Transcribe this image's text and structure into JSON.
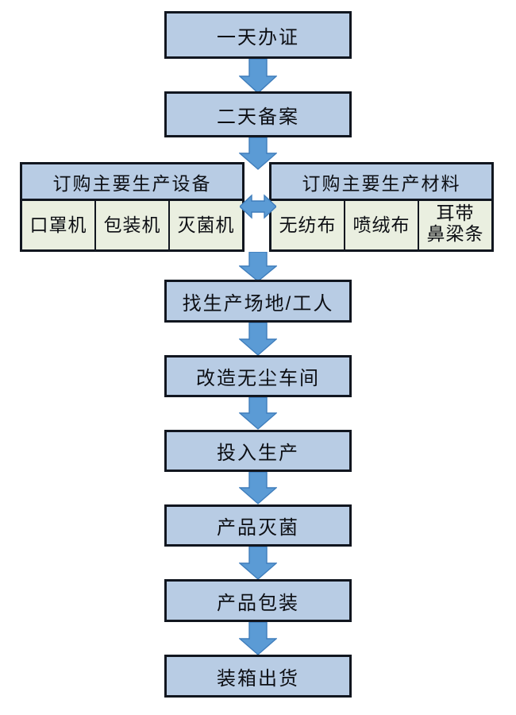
{
  "chart_data": {
    "type": "diagram",
    "title": "",
    "diagram_kind": "flowchart",
    "orientation": "top-to-bottom",
    "nodes": [
      {
        "id": "n1",
        "label": "一天办证"
      },
      {
        "id": "n2",
        "label": "二天备案"
      },
      {
        "id": "g1",
        "label": "订购主要生产设备"
      },
      {
        "id": "g2",
        "label": "订购主要生产材料"
      },
      {
        "id": "n3",
        "label": "找生产场地/工人"
      },
      {
        "id": "n4",
        "label": "改造无尘车间"
      },
      {
        "id": "n5",
        "label": "投入生产"
      },
      {
        "id": "n6",
        "label": "产品灭菌"
      },
      {
        "id": "n7",
        "label": "产品包装"
      },
      {
        "id": "n8",
        "label": "装箱出货"
      }
    ],
    "edges": [
      {
        "from": "n1",
        "to": "n2",
        "type": "arrow-down"
      },
      {
        "from": "n2",
        "to": "g1",
        "type": "arrow-down"
      },
      {
        "from": "g1",
        "to": "g2",
        "type": "arrow-bidirectional"
      },
      {
        "from": "g1",
        "to": "n3",
        "type": "arrow-down"
      },
      {
        "from": "n3",
        "to": "n4",
        "type": "arrow-down"
      },
      {
        "from": "n4",
        "to": "n5",
        "type": "arrow-down"
      },
      {
        "from": "n5",
        "to": "n6",
        "type": "arrow-down"
      },
      {
        "from": "n6",
        "to": "n7",
        "type": "arrow-down"
      },
      {
        "from": "n7",
        "to": "n8",
        "type": "arrow-down"
      }
    ]
  },
  "colors": {
    "node_fill": "#b8cce4",
    "node_border": "#11161f",
    "cell_fill": "#eaefe0",
    "arrow_fill": "#5b9bd5",
    "arrow_stroke": "#3f7dbb",
    "background": "#ffffff",
    "text": "#0d0f14"
  },
  "steps": {
    "step1": "一天办证",
    "step2": "二天备案",
    "step3": "找生产场地/工人",
    "step4": "改造无尘车间",
    "step5": "投入生产",
    "step6": "产品灭菌",
    "step7": "产品包装",
    "step8": "装箱出货"
  },
  "equipment_table": {
    "header": "订购主要生产设备",
    "cells": [
      {
        "line1": "口罩机",
        "line2": ""
      },
      {
        "line1": "包装机",
        "line2": ""
      },
      {
        "line1": "灭菌机",
        "line2": ""
      }
    ]
  },
  "material_table": {
    "header": "订购主要生产材料",
    "cells": [
      {
        "line1": "无纺布",
        "line2": ""
      },
      {
        "line1": "喷绒布",
        "line2": ""
      },
      {
        "line1": "耳带",
        "line2": "鼻梁条"
      }
    ]
  }
}
